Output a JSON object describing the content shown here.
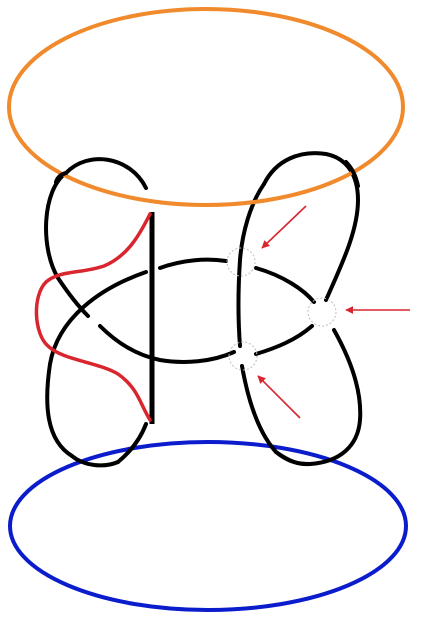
{
  "diagram": {
    "background": "#ffffff",
    "colors": {
      "knot": "#000000",
      "top_circle": "#f08a2c",
      "bottom_circle": "#0b1ccc",
      "arc": "#d9252e",
      "arrow": "#d9252e",
      "crossing_marker": "#bdbdbd"
    },
    "components": [
      "top-circle",
      "bottom-circle",
      "knot-strands",
      "vertical-bar",
      "red-arc",
      "crossing-markers",
      "arrows"
    ],
    "arrow_count": 3,
    "crossing_marker_count": 3
  }
}
